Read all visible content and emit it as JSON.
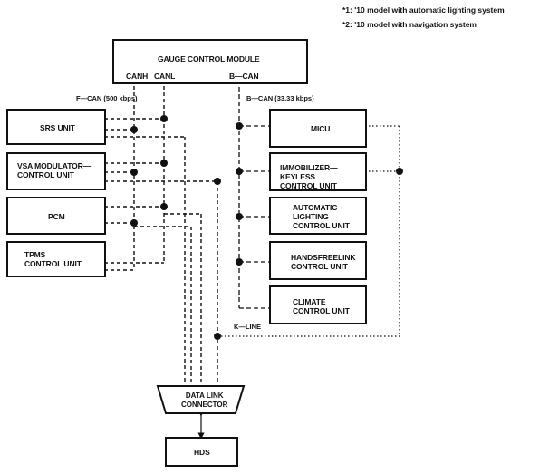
{
  "notes": {
    "note1": "*1: '10 model with automatic lighting system",
    "note2": "*2: '10 model with navigation system"
  },
  "gauge": {
    "title": "GAUGE CONTROL MODULE",
    "canh": "CANH",
    "canl": "CANL",
    "bcan": "B—CAN"
  },
  "bus_labels": {
    "fcan": "F—CAN (500 kbps)",
    "bcan_rate": "B—CAN (33.33 kbps)",
    "kline": "K—LINE"
  },
  "left_units": {
    "srs": "SRS UNIT",
    "vsa": "VSA MODULATOR—\nCONTROL UNIT",
    "pcm": "PCM",
    "tpms": "TPMS\nCONTROL UNIT"
  },
  "right_units": {
    "micu": "MICU",
    "immobilizer": "IMMOBILIZER—KEYLESS\nCONTROL UNIT",
    "auto_lighting": "AUTOMATIC\nLIGHTING\nCONTROL UNIT",
    "handsfreelink": "HANDSFREELINK\nCONTROL UNIT",
    "climate": "CLIMATE\nCONTROL UNIT"
  },
  "dlc": {
    "label": "DATA LINK\nCONNECTOR"
  },
  "hds": {
    "label": "HDS"
  }
}
